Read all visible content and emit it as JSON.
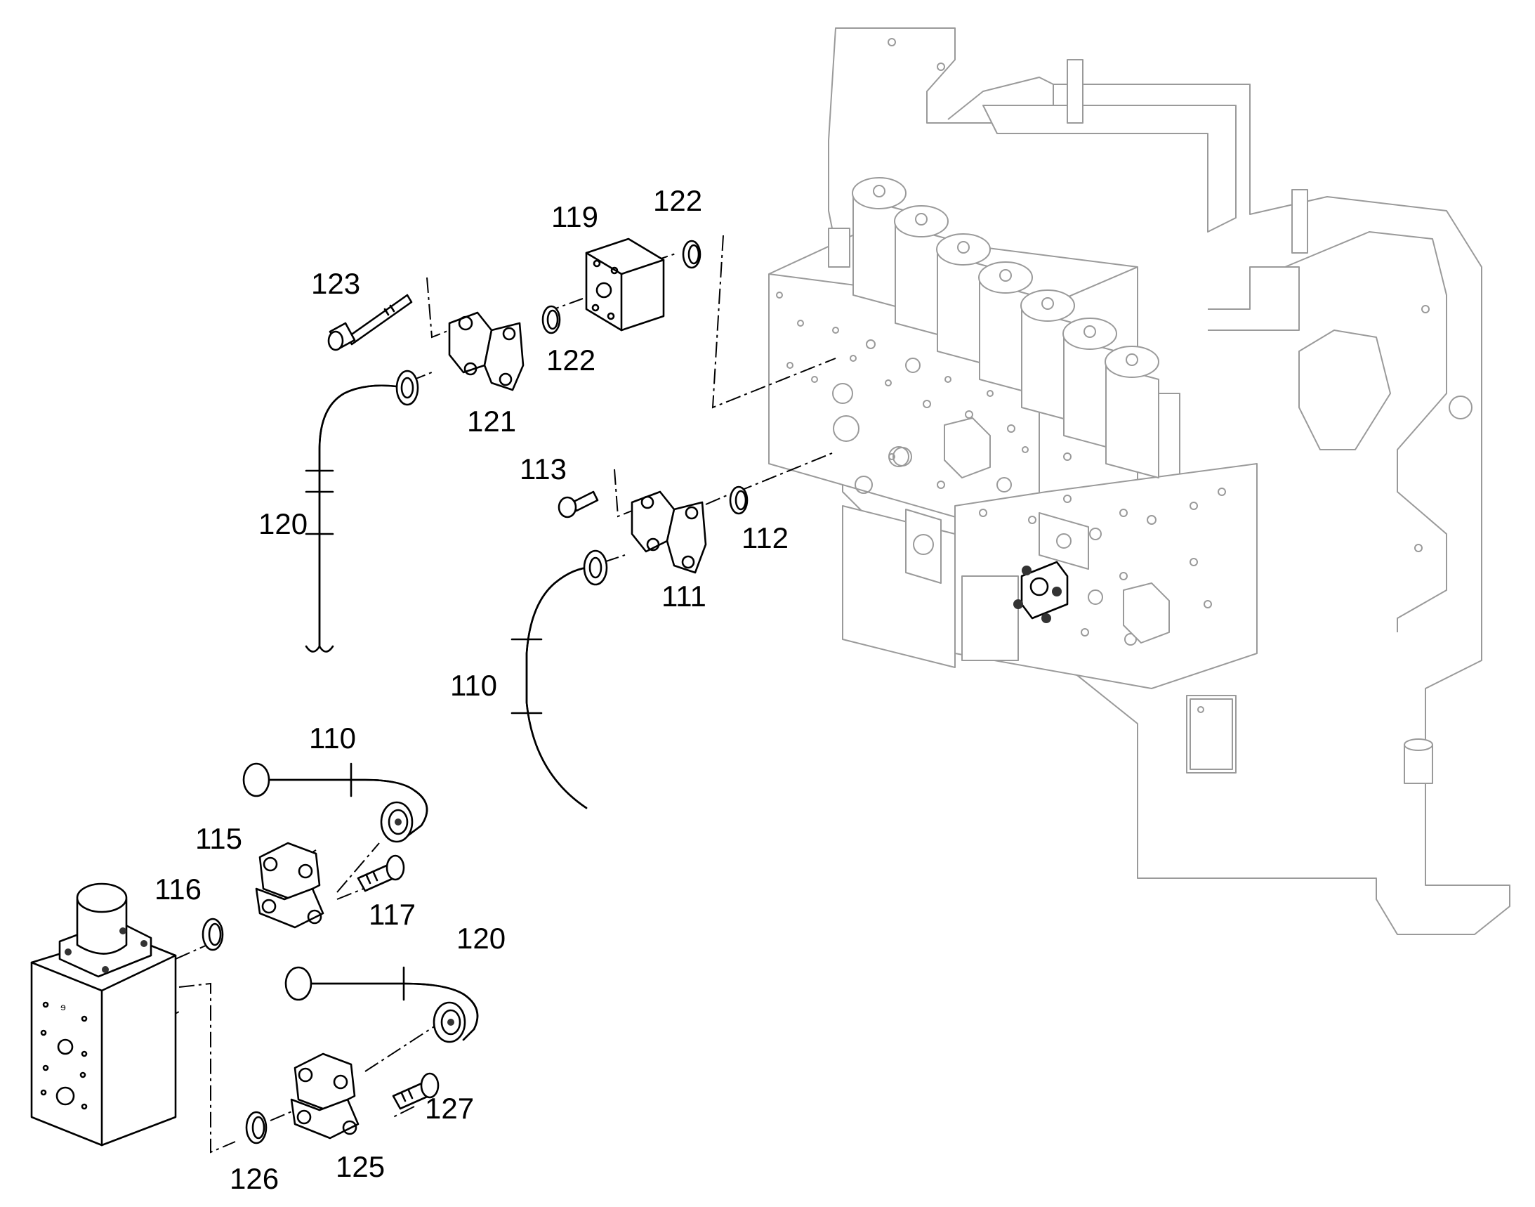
{
  "callouts": {
    "c110a": "110",
    "c110b": "110",
    "c111": "111",
    "c112": "112",
    "c113": "113",
    "c115": "115",
    "c116": "116",
    "c117": "117",
    "c119": "119",
    "c120a": "120",
    "c120b": "120",
    "c121": "121",
    "c122a": "122",
    "c122b": "122",
    "c123": "123",
    "c125": "125",
    "c126": "126",
    "c127": "127"
  },
  "colors": {
    "line": "#000000",
    "ghost": "#9a9a9a",
    "background": "#ffffff"
  }
}
